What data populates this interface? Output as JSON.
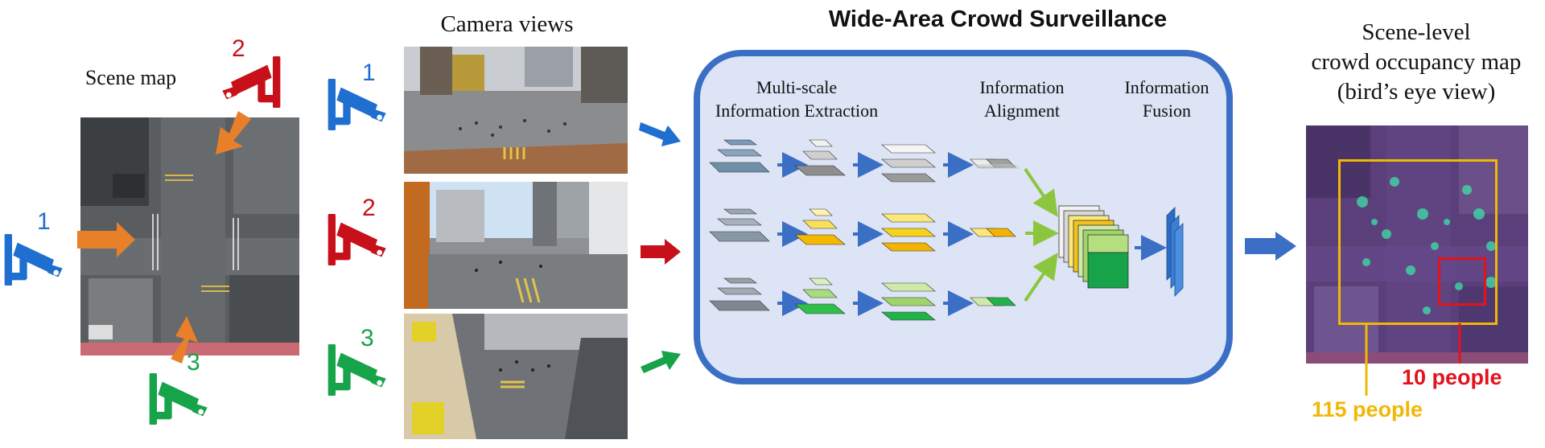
{
  "scene_map": {
    "label": "Scene map"
  },
  "camera_views": {
    "label": "Camera views"
  },
  "cameras": [
    {
      "number": "1",
      "color": "#1f6fd0",
      "icon": "surveillance-camera-icon"
    },
    {
      "number": "2",
      "color": "#c8101a",
      "icon": "surveillance-camera-icon"
    },
    {
      "number": "3",
      "color": "#17a34a",
      "icon": "surveillance-camera-icon"
    }
  ],
  "surveillance": {
    "title": "Wide-Area Crowd Surveillance",
    "stages": [
      {
        "line1": "Multi-scale",
        "line2": "Information Extraction"
      },
      {
        "line1": "Information",
        "line2": "Alignment"
      },
      {
        "line1": "Information",
        "line2": "Fusion"
      }
    ]
  },
  "output": {
    "line1": "Scene-level",
    "line2": "crowd occupancy map",
    "line3": "(bird’s eye view)",
    "large_region_count": "115 people",
    "small_region_count": "10 people"
  },
  "colors": {
    "blue": "#1f6fd0",
    "red": "#c8101a",
    "green": "#17a34a",
    "orange": "#e8802a",
    "panel_border": "#3b6fc6",
    "panel_fill": "#dfe6f5",
    "yellow_box": "#f2b705",
    "red_box": "#e3121c"
  }
}
